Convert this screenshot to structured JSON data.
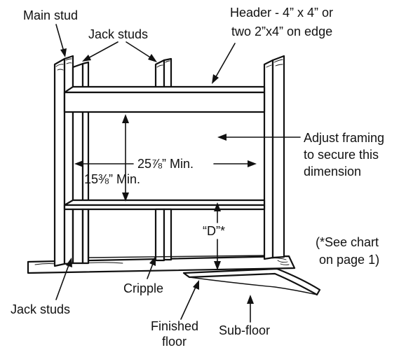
{
  "labels": {
    "main_stud": "Main stud",
    "jack_studs_top": "Jack studs",
    "header_line1": "Header - 4” x 4” or",
    "header_line2": "two 2”x4” on edge",
    "adjust_line1": "Adjust framing",
    "adjust_line2": "to secure this",
    "adjust_line3": "dimension",
    "width_dim": "25⅞” Min.",
    "height_dim": "15⅜” Min.",
    "d_dim": "“D”*",
    "see_chart_line1": "(*See chart",
    "see_chart_line2": "on page 1)",
    "cripple": "Cripple",
    "jack_studs_bottom": "Jack studs",
    "finished_floor_line1": "Finished",
    "finished_floor_line2": "floor",
    "sub_floor": "Sub-floor"
  }
}
